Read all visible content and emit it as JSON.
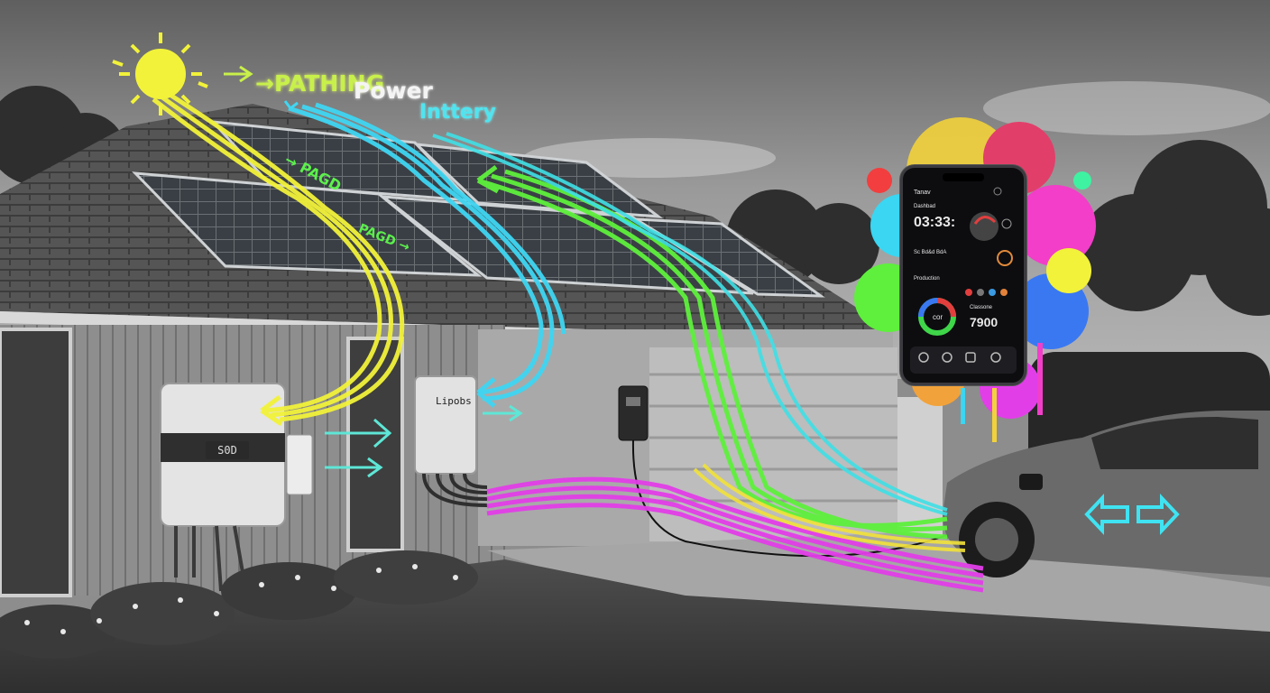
{
  "annotations": {
    "label_solar": "→PATHING",
    "label_power": "Power",
    "label_battery": "Inttery",
    "roof_scribble_a": "→ PAGD",
    "roof_scribble_b": "PAGD →"
  },
  "devices": {
    "inverter_display": "S0D",
    "battery_label": "Lipobs"
  },
  "phone_app": {
    "status": "Tanav",
    "section_1": "Dashbad",
    "big_value": "03:33:",
    "section_2": "Sc  Bd&d  BdA",
    "section_3": "Production",
    "donut_label": "cor",
    "section_4": "Classone",
    "value": "7900"
  },
  "colors": {
    "solar_flow": "#f2f23a",
    "grid_flow": "#3fd6f2",
    "battery_flow": "#5ef03c",
    "ev_flow": "#e23ee8"
  }
}
